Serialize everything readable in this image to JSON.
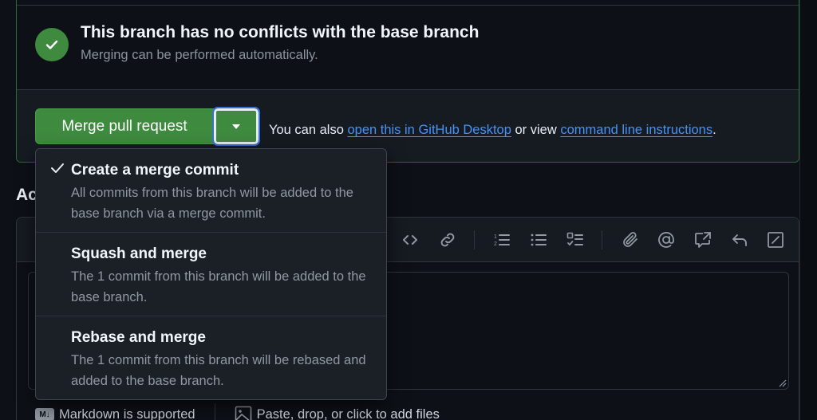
{
  "merge_status": {
    "title": "This branch has no conflicts with the base branch",
    "subtitle": "Merging can be performed automatically.",
    "icon": "check-circle-icon",
    "icon_color": "#3e8a3f"
  },
  "merge_actions": {
    "merge_button_label": "Merge pull request",
    "dropdown_caret": "triangle-down-icon",
    "also_prefix": "You can also ",
    "desktop_link": "open this in GitHub Desktop",
    "middle_text": " or view ",
    "cli_link": "command line instructions",
    "suffix": ".",
    "button_color": "#3e8a3f",
    "link_color": "#4493f8"
  },
  "merge_menu": {
    "items": [
      {
        "title": "Create a merge commit",
        "description": "All commits from this branch will be added to the base branch via a merge commit.",
        "selected": true
      },
      {
        "title": "Squash and merge",
        "description": "The 1 commit from this branch will be added to the base branch.",
        "selected": false
      },
      {
        "title": "Rebase and merge",
        "description": "The 1 commit from this branch will be rebased and added to the base branch.",
        "selected": false
      }
    ]
  },
  "comment": {
    "heading_partial": "Ac",
    "toolbar_icons": [
      "code-icon",
      "link-icon",
      "ordered-list-icon",
      "unordered-list-icon",
      "task-list-icon",
      "attachment-icon",
      "mention-icon",
      "cross-reference-icon",
      "reply-icon",
      "fullscreen-icon"
    ],
    "markdown_note": "Markdown is supported",
    "markdown_badge": "M↓",
    "attach_note": "Paste, drop, or click to add files"
  }
}
